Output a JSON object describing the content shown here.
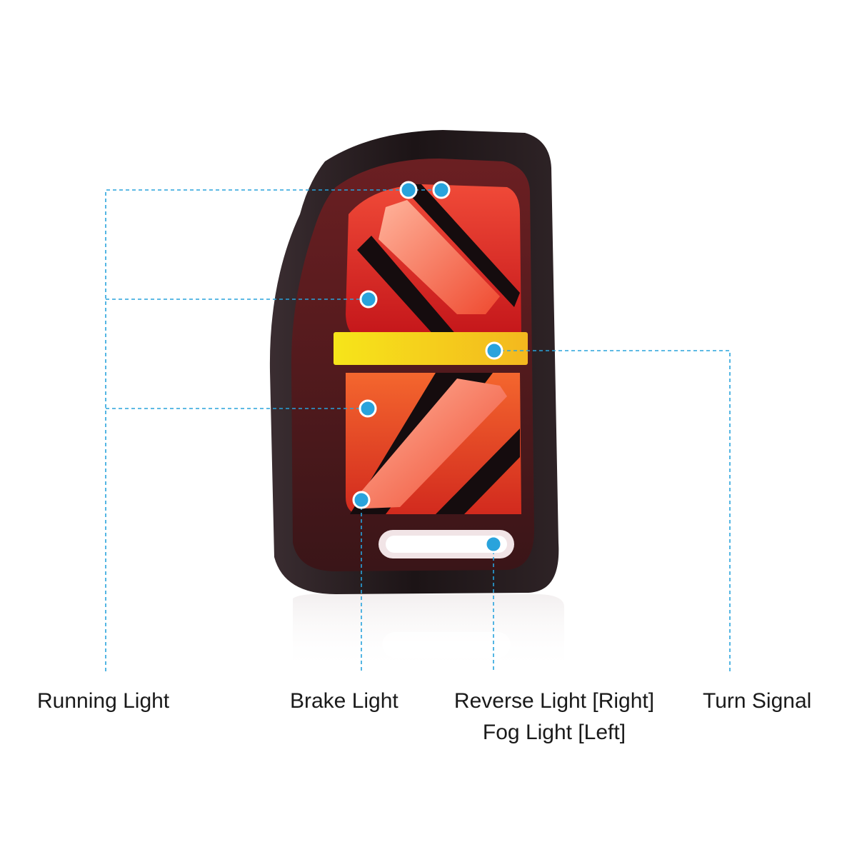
{
  "accent_color": "#29a3dc",
  "product": {
    "name": "tail-light-assembly",
    "housing_color": "#2a1f22",
    "lens_red": "#e0241c",
    "turn_strip_color": "#f5c518",
    "reverse_strip_color": "#f2f4f6"
  },
  "callouts": {
    "running_light": "Running Light",
    "brake_light": "Brake Light",
    "reverse_light": "Reverse Light [Right]",
    "fog_light": "Fog Light [Left]",
    "turn_signal": "Turn Signal"
  }
}
